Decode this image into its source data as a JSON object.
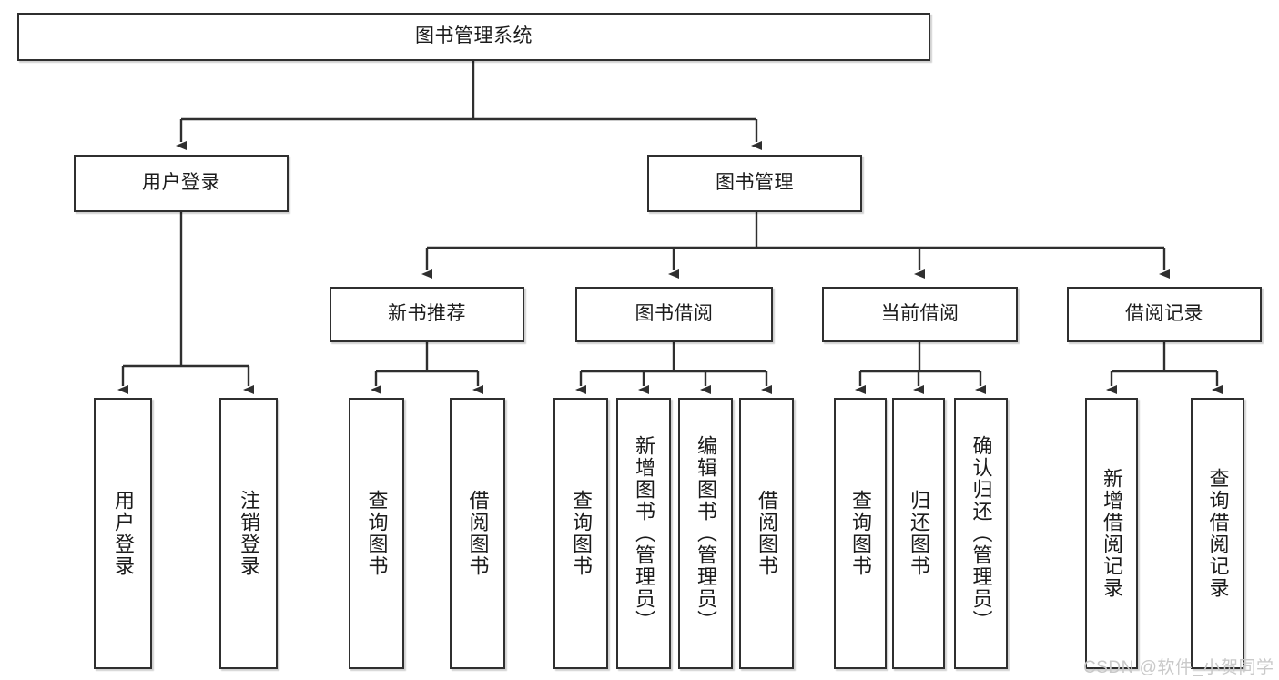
{
  "diagram": {
    "title": "图书管理系统",
    "type": "tree-hierarchy-diagram",
    "root": {
      "label": "图书管理系统"
    },
    "level2": [
      {
        "label": "用户登录"
      },
      {
        "label": "图书管理"
      }
    ],
    "level3": [
      {
        "label": "新书推荐"
      },
      {
        "label": "图书借阅"
      },
      {
        "label": "当前借阅"
      },
      {
        "label": "借阅记录"
      }
    ],
    "leaves": {
      "user_login": [
        {
          "label": "用户登录"
        },
        {
          "label": "注销登录"
        }
      ],
      "new_book_recommend": [
        {
          "label": "查询图书"
        },
        {
          "label": "借阅图书"
        }
      ],
      "book_borrow": [
        {
          "label": "查询图书"
        },
        {
          "label": "新增图书（管理员）"
        },
        {
          "label": "编辑图书（管理员）"
        },
        {
          "label": "借阅图书"
        }
      ],
      "current_borrow": [
        {
          "label": "查询图书"
        },
        {
          "label": "归还图书"
        },
        {
          "label": "确认归还（管理员）"
        }
      ],
      "borrow_record": [
        {
          "label": "新增借阅记录"
        },
        {
          "label": "查询借阅记录"
        }
      ]
    }
  },
  "watermark": {
    "text": "CSDN @软件_小贺同学"
  },
  "colors": {
    "stroke": "#2f2f2f",
    "fill": "#ffffff",
    "text": "#1b1b1b",
    "watermark": "#c9c9c9"
  }
}
